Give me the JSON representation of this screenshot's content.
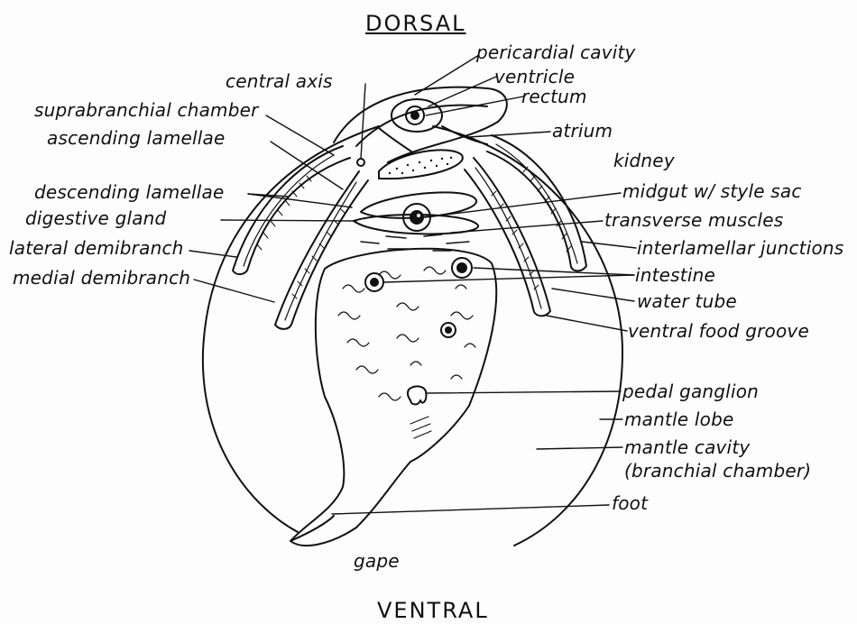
{
  "orientation": {
    "top": "DORSAL",
    "bottom": "VENTRAL",
    "opening": "gape"
  },
  "labels": {
    "pericardial_cavity": "pericardial cavity",
    "central_axis": "central axis",
    "ventricle": "ventricle",
    "suprabranchial_chamber": "suprabranchial chamber",
    "rectum": "rectum",
    "ascending_lamellae": "ascending lamellae",
    "atrium": "atrium",
    "kidney": "kidney",
    "descending_lamellae": "descending lamellae",
    "midgut": "midgut w/ style sac",
    "digestive_gland": "digestive gland",
    "transverse_muscles": "transverse muscles",
    "lateral_demibranch": "lateral demibranch",
    "interlamellar_junctions": "interlamellar junctions",
    "medial_demibranch": "medial demibranch",
    "intestine": "intestine",
    "water_tube": "water tube",
    "ventral_food_groove": "ventral food groove",
    "pedal_ganglion": "pedal ganglion",
    "mantle_lobe": "mantle lobe",
    "mantle_cavity": "mantle cavity",
    "branchial_chamber": "(branchial chamber)",
    "foot": "foot"
  },
  "colors": {
    "ink": "#111111",
    "paper": "#fdfdfd"
  }
}
